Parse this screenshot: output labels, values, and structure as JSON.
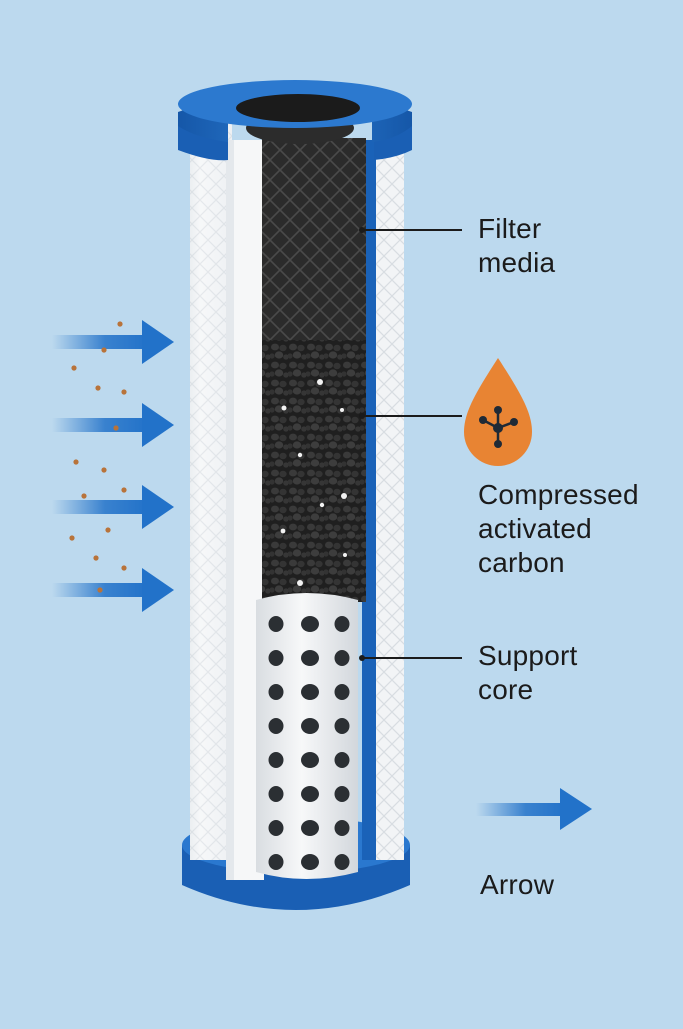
{
  "labels": {
    "filter_media": [
      "Filter",
      "media"
    ],
    "carbon": [
      "Compressed",
      "activated",
      "carbon"
    ],
    "support_core": [
      "Support",
      "core"
    ],
    "arrow": [
      "Arrow"
    ]
  },
  "colors": {
    "background": "#bcd9ee",
    "end_cap": "#1a62b8",
    "end_cap_light": "#2f7fd3",
    "arrow": "#2272c9",
    "housing": "#f3f5f7",
    "carbon": "#2a2a2a",
    "core": "#eef0f2",
    "particle": "#b8733a",
    "drop": "#e88433",
    "molecule": "#1f2a36"
  },
  "icons": [
    "inflow-arrow-icon",
    "outflow-arrow-icon",
    "contaminant-particle-icon",
    "water-drop-molecule-icon"
  ]
}
